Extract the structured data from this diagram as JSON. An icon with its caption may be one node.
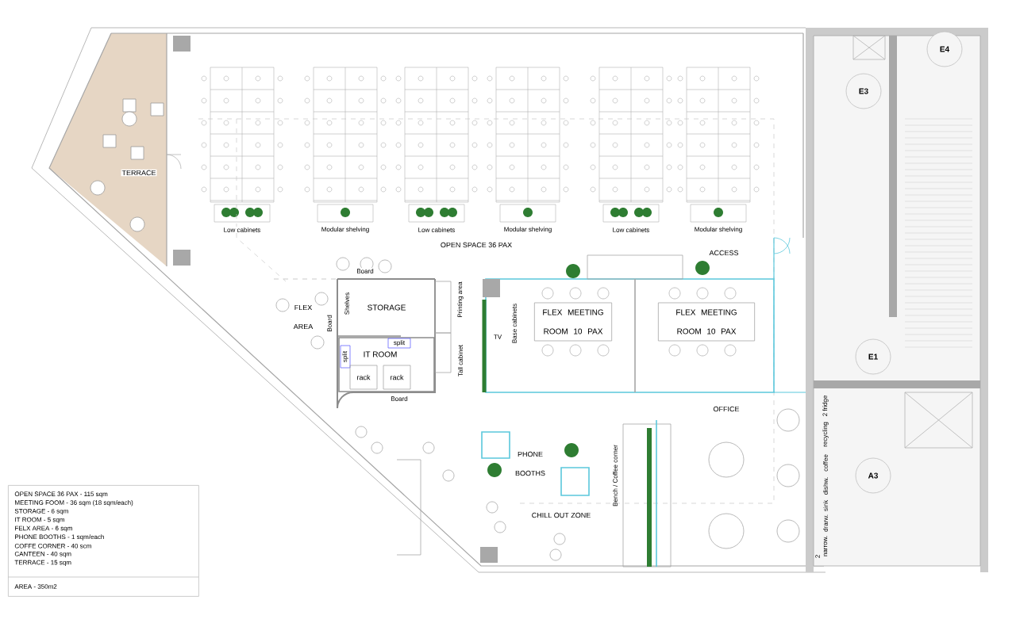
{
  "diagram": {
    "nodes": [
      {
        "text": [
          "OPEN SPACE 36 PAX - 115 sqm",
          "MEETING FOOM - 36 sqm (18 sqm/each)",
          "STORAGE - 6 sqm",
          "IT ROOM - 5 sqm",
          "FELX AREA - 6 sqm",
          "PHONE BOOTHS - 1 sqm/each",
          "COFFE CORNER - 40 scm",
          "CANTEEN - 40 sqm",
          "TERRACE - 15 sqm",
          "AREA - 350m2"
        ]
      },
      {
        "text": [
          "STORAGE"
        ]
      },
      {
        "text": [
          "IT ROOM"
        ]
      },
      {
        "text": [
          "split"
        ],
        "in": 2
      },
      {
        "text": [
          "split"
        ],
        "in": 2
      },
      {
        "text": [
          "rack"
        ],
        "in": 2
      },
      {
        "text": [
          "rack"
        ],
        "in": 2
      },
      {
        "text": [
          "FLEX MEETING ROOM 10 PAX"
        ]
      },
      {
        "text": [
          "FLEX MEETING ROOM 10 PAX"
        ]
      },
      {
        "text": [
          "E4"
        ]
      },
      {
        "text": [
          "E3"
        ]
      },
      {
        "text": [
          "E1"
        ]
      },
      {
        "text": [
          "A3"
        ]
      }
    ],
    "labels": [
      "TERRACE",
      "Low cabinets",
      "Modular shelving",
      "Low cabinets",
      "Modular shelving",
      "Low cabinets",
      "Modular shelving",
      "OPEN SPACE 36 PAX",
      "ACCESS",
      "Board",
      "FLEX AREA",
      "Shelves",
      "Board",
      "Printing area",
      "TV",
      "Base cabinets",
      "Tall cabinet",
      "Board",
      "OFFICE",
      "2 fridge",
      "PHONE BOOTHS",
      "recycling",
      "coffee",
      "Bench / Coffee corner",
      "dishw.",
      "sink",
      "drarw.",
      "narrow.",
      "CHILL OUT ZONE",
      "2"
    ]
  }
}
